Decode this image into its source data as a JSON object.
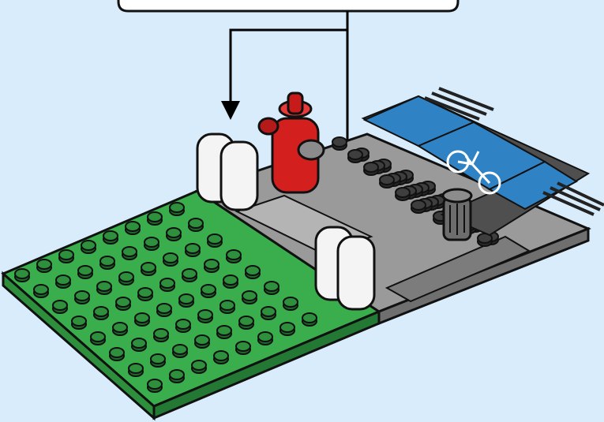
{
  "illustration": {
    "background_color": "#d8ecfb",
    "callout_box_color": "#ffffff",
    "arrow_color": "#000000",
    "parts": {
      "grass_plate": {
        "color": "#3aad4c",
        "studs": "8x8"
      },
      "sidewalk_plate": {
        "color": "#8f8f8f"
      },
      "road_plate": {
        "color": "#4a4a4a"
      },
      "bike_lane_tile": {
        "color": "#2f83c5",
        "icon": "bicycle-icon"
      },
      "fire_hydrant": {
        "color": "#d41f1f"
      },
      "white_bollard_pair": {
        "color": "#f4f4f4",
        "count": 2
      },
      "trash_can": {
        "color": "#6d6d6d"
      }
    },
    "callout_targets": 2
  }
}
